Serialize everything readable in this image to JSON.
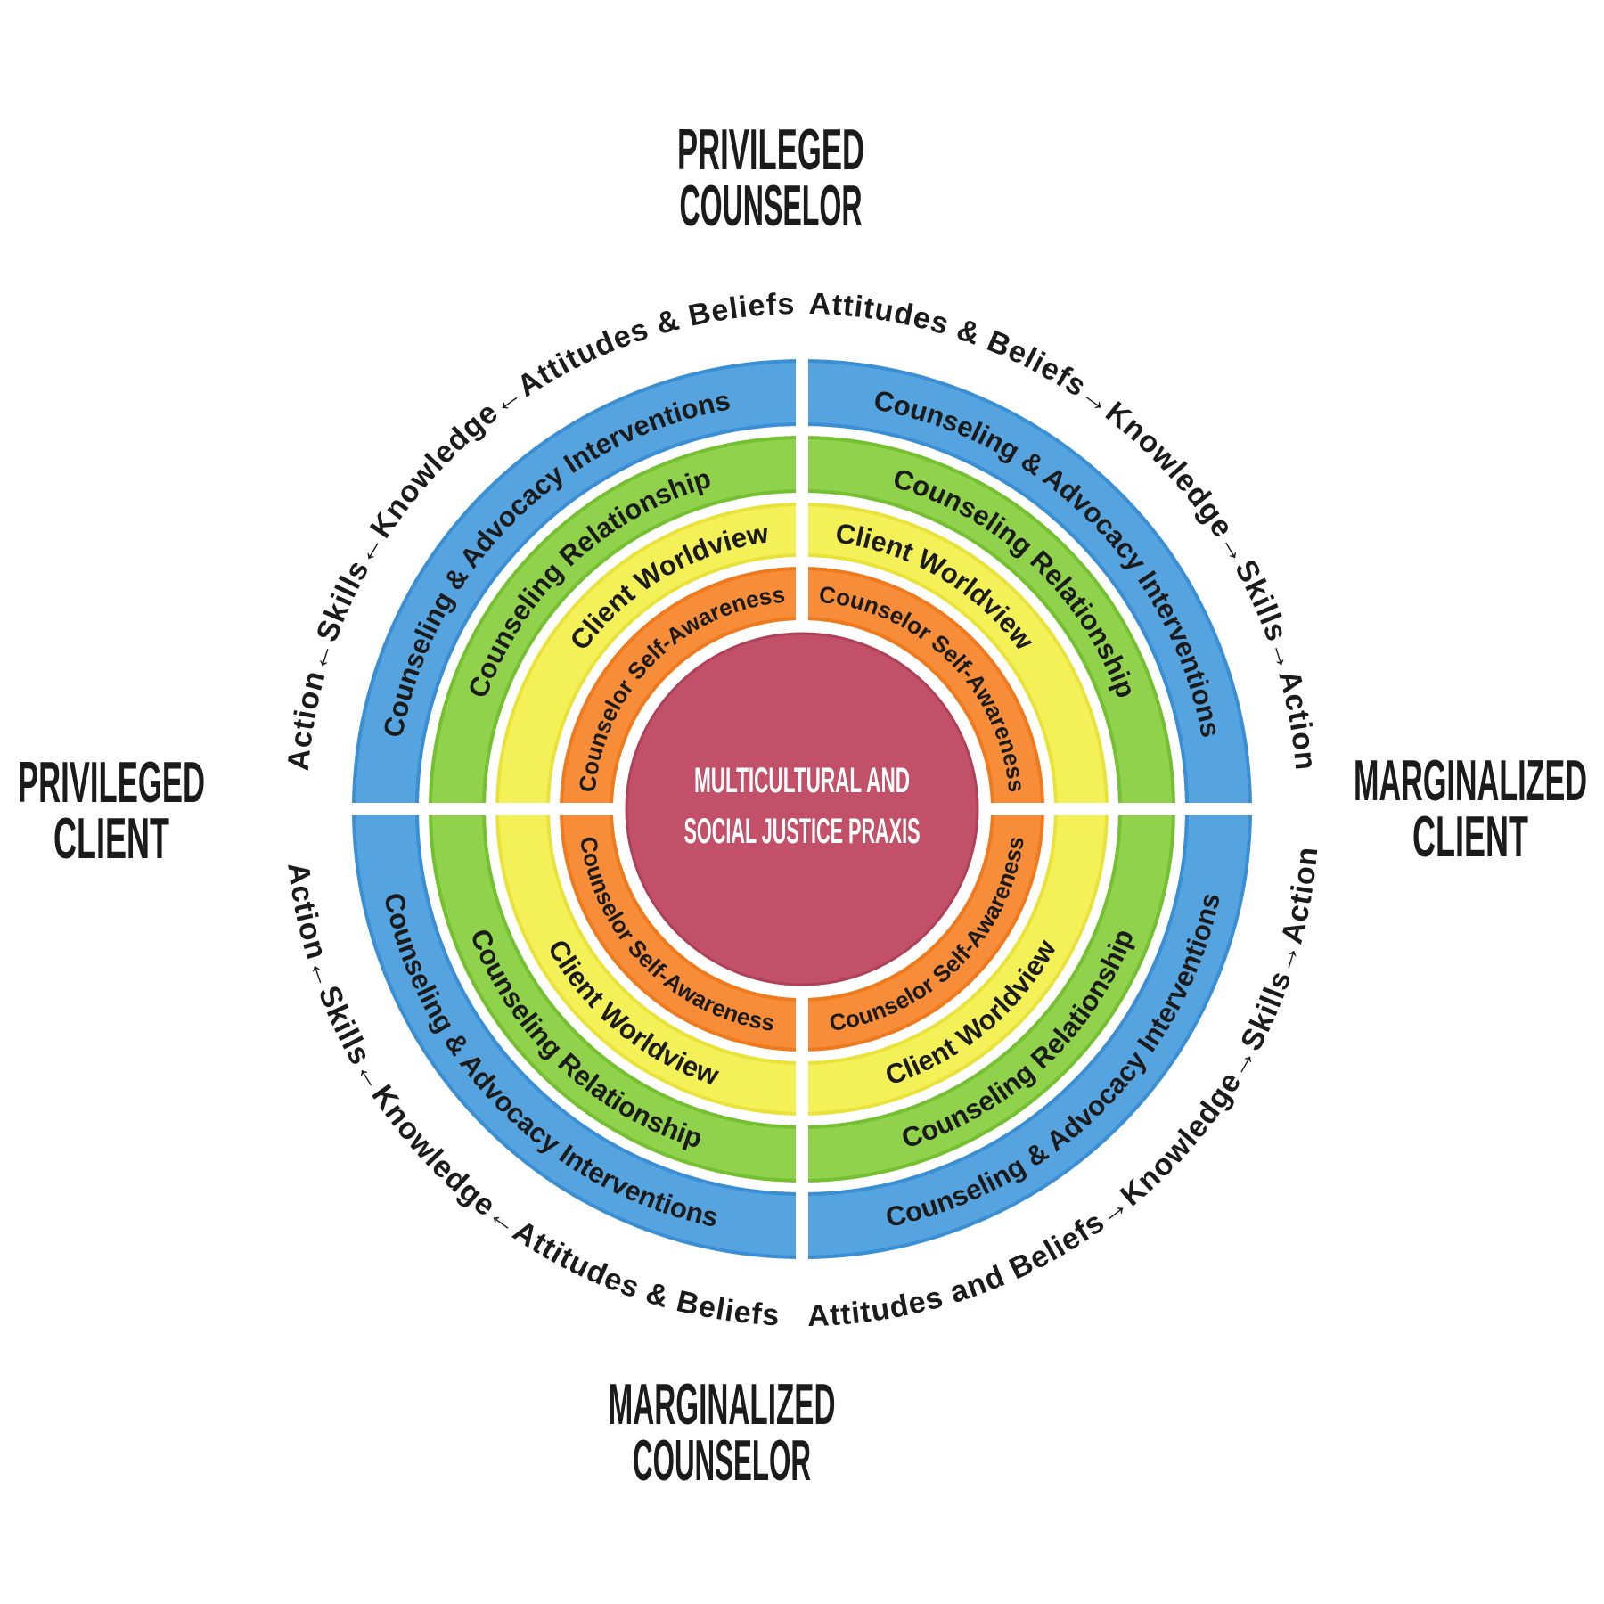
{
  "quadrant_labels": {
    "top": {
      "line1": "PRIVILEGED",
      "line2": "COUNSELOR"
    },
    "right": {
      "line1": "MARGINALIZED",
      "line2": "CLIENT"
    },
    "bottom": {
      "line1": "MARGINALIZED",
      "line2": "COUNSELOR"
    },
    "left": {
      "line1": "PRIVILEGED",
      "line2": "CLIENT"
    }
  },
  "center_circle": {
    "line1": "MULTICULTURAL AND",
    "line2": "SOCIAL JUSTICE PRAXIS",
    "fill": "#C15068",
    "edge": "#AE4157",
    "text_color": "#FFFFFF"
  },
  "rings": {
    "advocacy": {
      "label": "Counseling & Advocacy Interventions",
      "fill": "#55A3DF",
      "edge": "#3A8ED4"
    },
    "relationship": {
      "label": "Counseling Relationship",
      "fill": "#90D24B",
      "edge": "#74C030"
    },
    "worldview": {
      "label": "Client Worldview",
      "fill": "#F4F058",
      "edge": "#E9E23B"
    },
    "awareness": {
      "label": "Counselor Self-Awareness",
      "fill": "#F78D38",
      "edge": "#EF7A1D"
    }
  },
  "arc_texts": {
    "top_left": "Action←Skills←Knowledge←Attitudes & Beliefs",
    "top_right": "Attitudes & Beliefs→Knowledge→Skills→Action",
    "bottom_left": "Action←Skills←Knowledge←Attitudes & Beliefs",
    "bottom_right": "Attitudes and Beliefs→Knowledge→Skills→Action"
  },
  "text_color": "#1B1B1B",
  "background": "#FFFFFF"
}
